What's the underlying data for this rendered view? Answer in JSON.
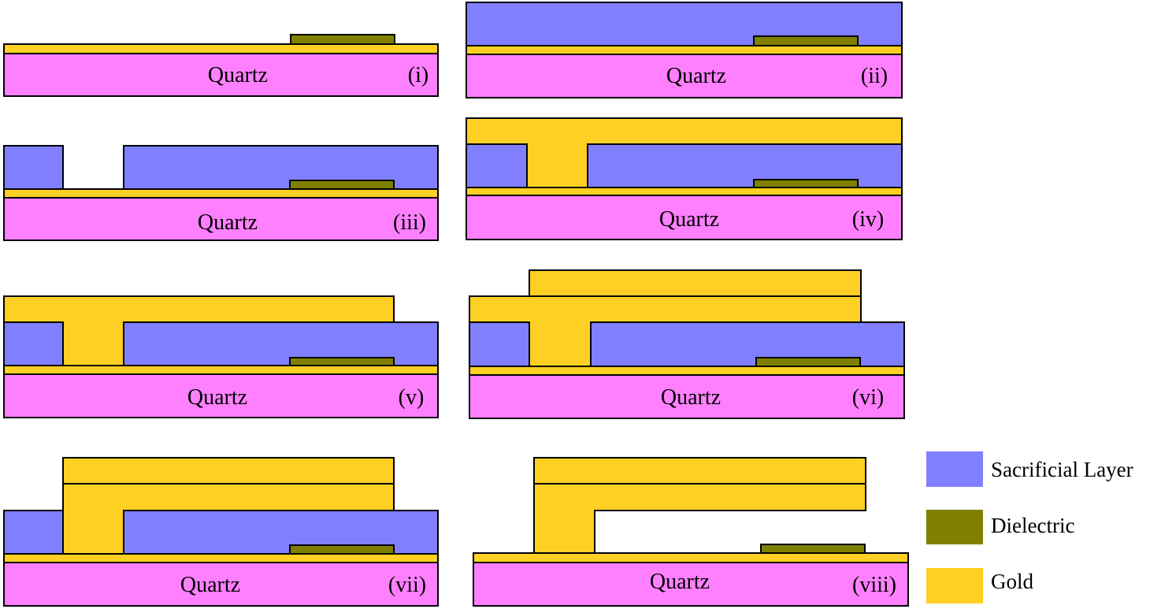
{
  "colors": {
    "quartz": "#ff80ff",
    "sacrificial": "#8080ff",
    "gold": "#ffd024",
    "dielectric": "#808000",
    "outline": "#000000"
  },
  "substrate_label": "Quartz",
  "steps": [
    {
      "label": "(i)"
    },
    {
      "label": "(ii)"
    },
    {
      "label": "(iii)"
    },
    {
      "label": "(iv)"
    },
    {
      "label": "(v)"
    },
    {
      "label": "(vi)"
    },
    {
      "label": "(vii)"
    },
    {
      "label": "(viii)"
    }
  ],
  "legend": [
    {
      "label": "Sacrificial Layer",
      "material": "sacrificial"
    },
    {
      "label": "Dielectric",
      "material": "dielectric"
    },
    {
      "label": "Gold",
      "material": "gold"
    }
  ]
}
